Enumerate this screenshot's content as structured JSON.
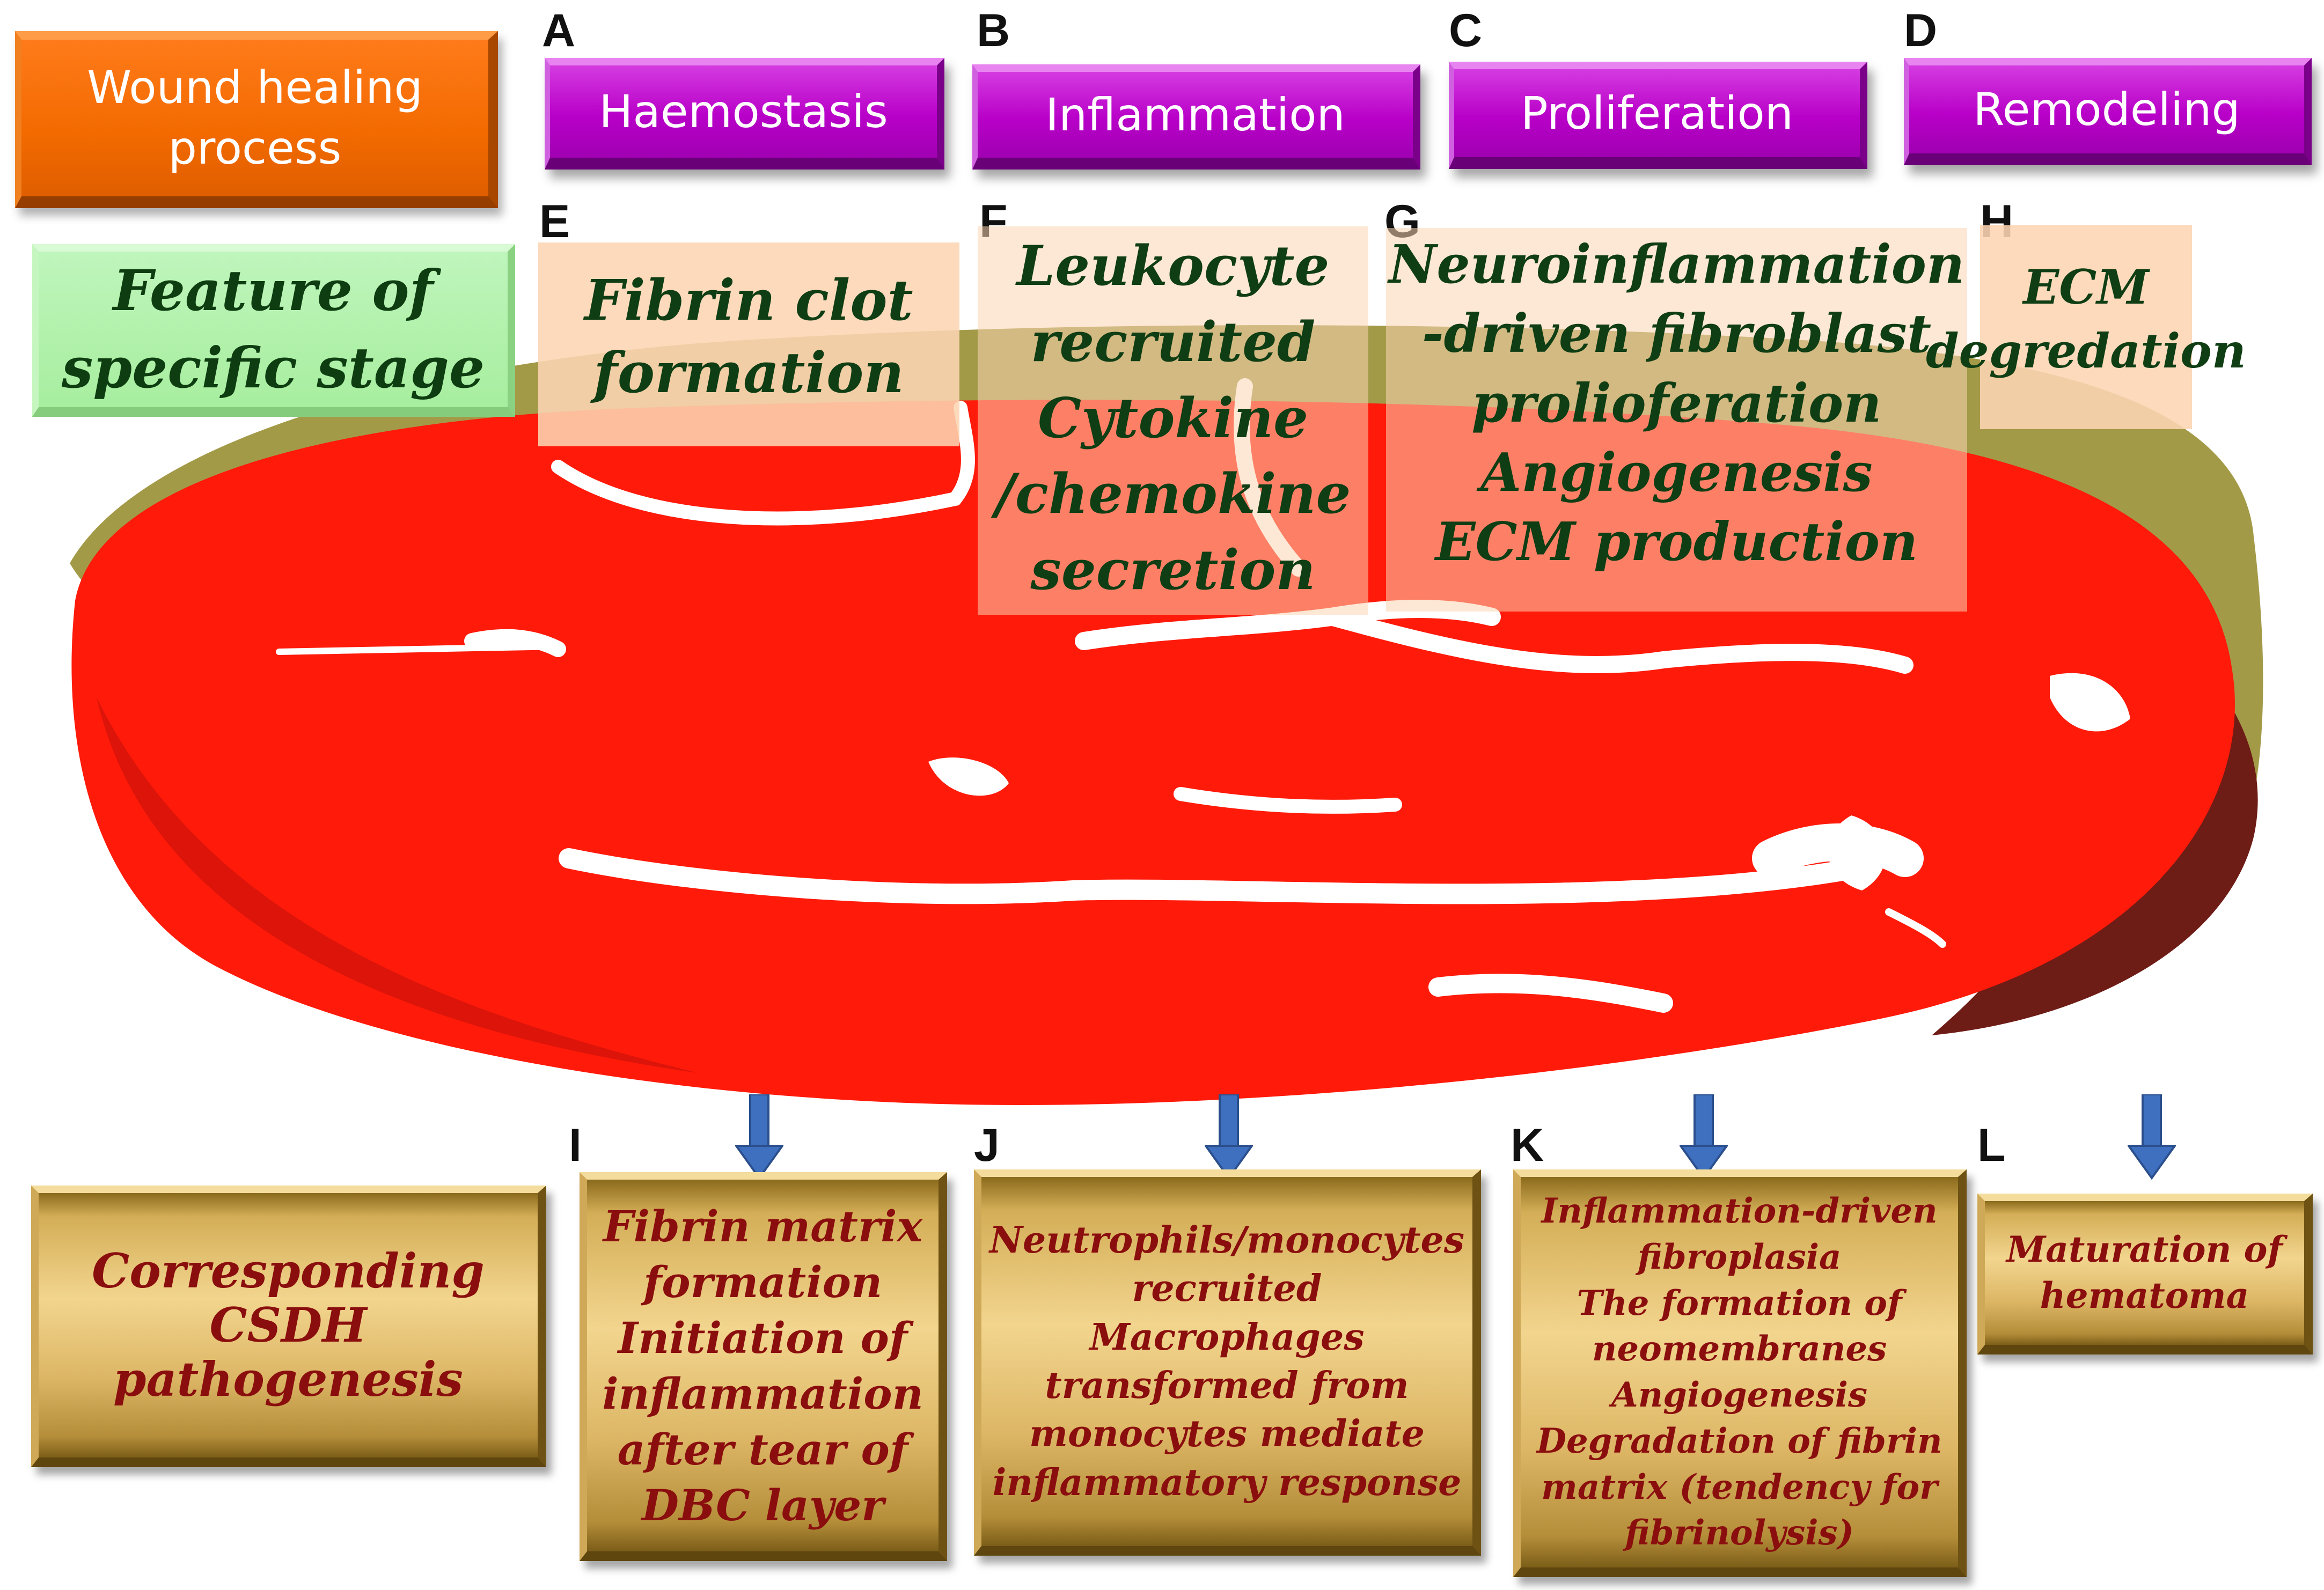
{
  "title": "Wound healing\nprocess",
  "stages": [
    {
      "letter": "A",
      "label": "Haemostasis"
    },
    {
      "letter": "B",
      "label": "Inflammation"
    },
    {
      "letter": "C",
      "label": "Proliferation"
    },
    {
      "letter": "D",
      "label": "Remodeling"
    }
  ],
  "feature_label": "Feature of\nspecific stage",
  "features": [
    {
      "letter": "E",
      "text": "Fibrin clot\nformation"
    },
    {
      "letter": "F",
      "text": "Leukocyte\nrecruited\nCytokine\n/chemokine\nsecretion"
    },
    {
      "letter": "G",
      "text": "Neuroinflammation\n-driven fibroblast\nprolioferation\nAngiogenesis\nECM production"
    },
    {
      "letter": "H",
      "text": "ECM\ndegredation"
    }
  ],
  "csdh_label": "Corresponding CSDH\npathogenesis",
  "csdh": [
    {
      "letter": "I",
      "text": "Fibrin matrix\nformation\nInitiation of\ninflammation\nafter tear of\nDBC layer"
    },
    {
      "letter": "J",
      "text": "Neutrophils/monocytes\nrecruited\nMacrophages\ntransformed from\nmonocytes mediate\ninflammatory response"
    },
    {
      "letter": "K",
      "text": "Inflammation-driven\nfibroplasia\nThe formation of\nneomembranes\nAngiogenesis\nDegradation of fibrin\nmatrix (tendency for\nfibrinolysis)"
    },
    {
      "letter": "L",
      "text": "Maturation of\nhematoma"
    }
  ],
  "colors": {
    "stage_button": "#b800c8",
    "title_box": "#f26a00",
    "feature_label_box": "#a7ee9f",
    "feature_panel": "#fcd5b2",
    "hematoma": "#ff1a0a",
    "membrane": "#a39a48",
    "gold_box": "#e0bb6a",
    "arrow": "#3f6fbf"
  }
}
